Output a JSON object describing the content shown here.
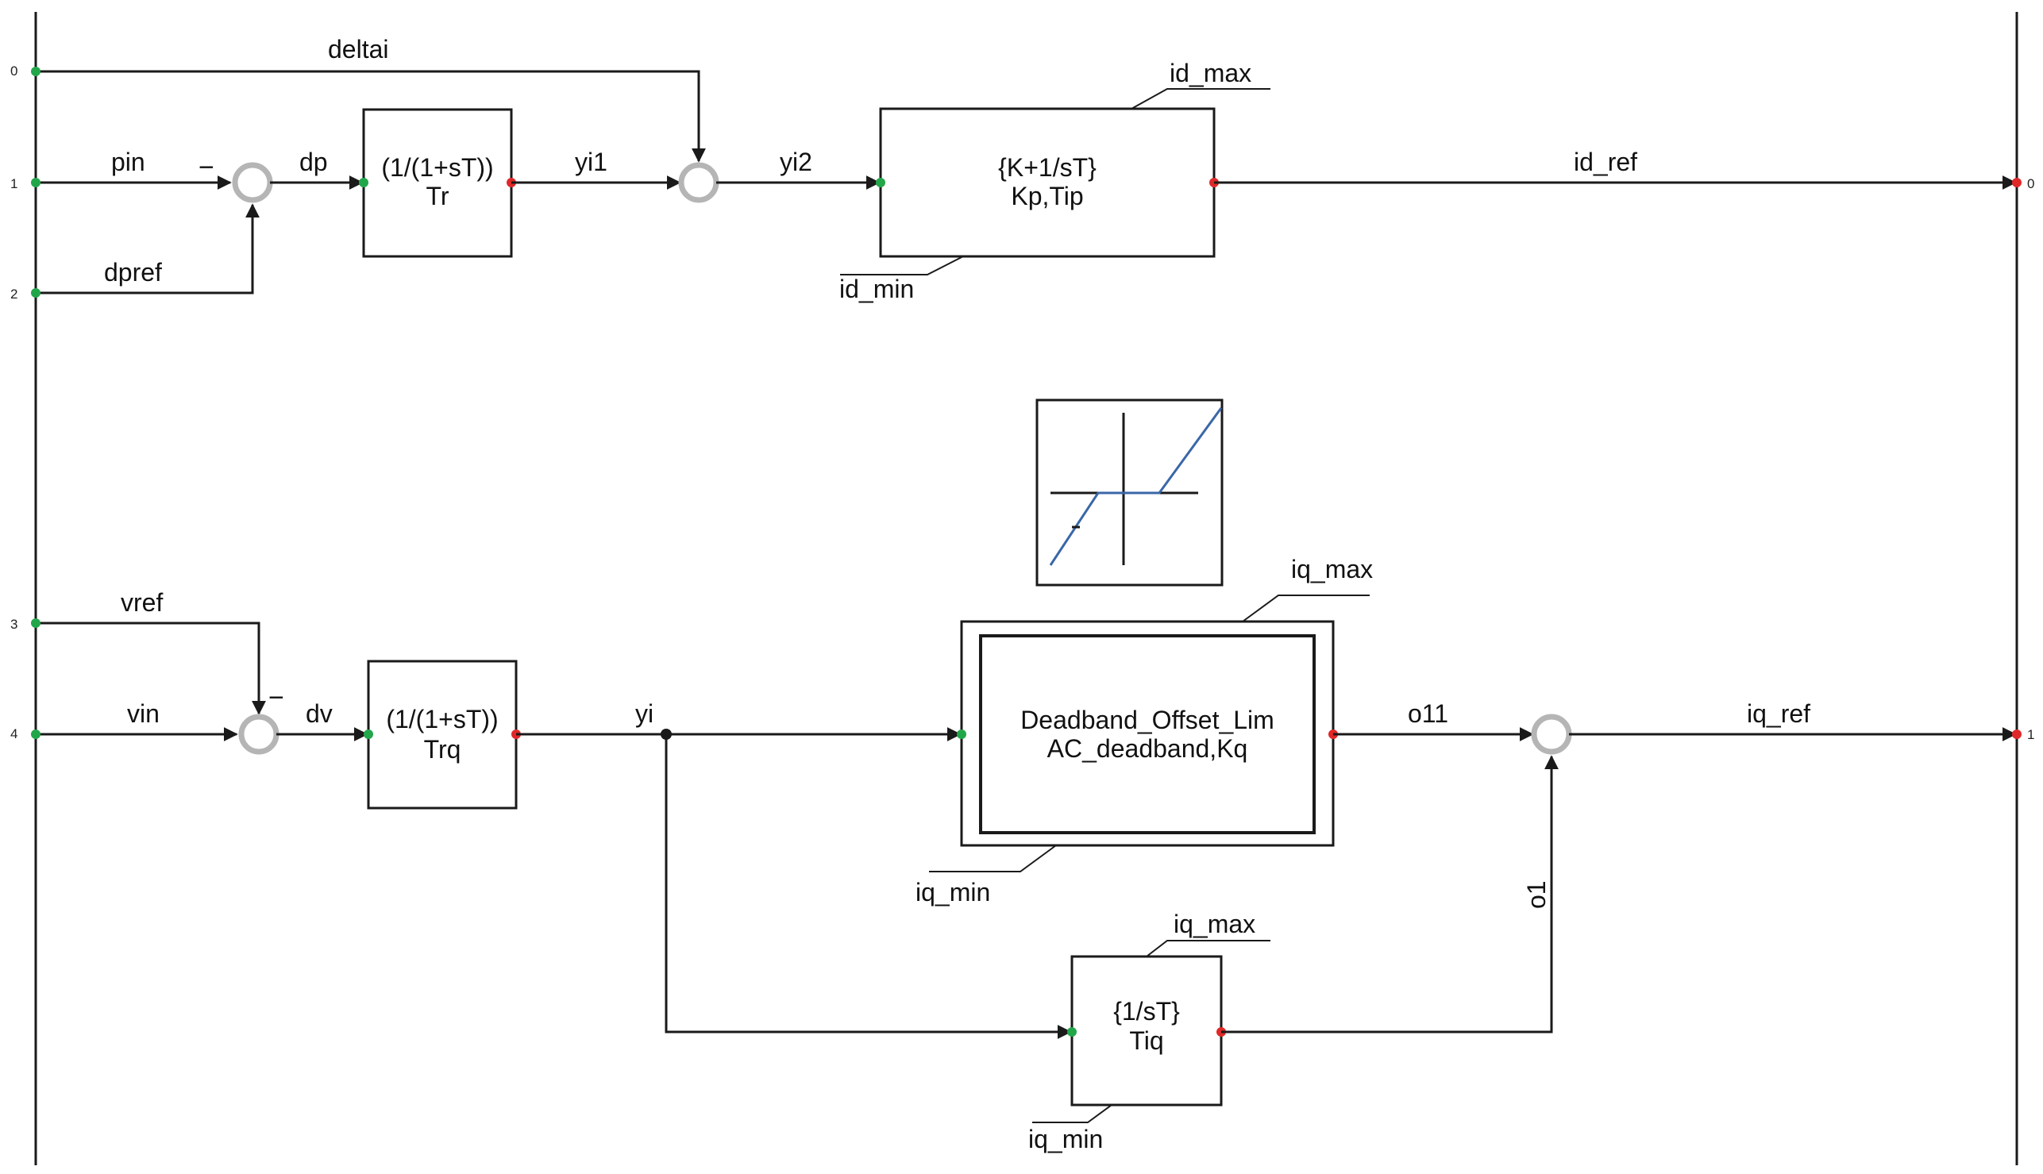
{
  "colors": {
    "wire": "#1a1a1a",
    "input_dot": "#22a64a",
    "output_dot": "#e02828",
    "junction_dot": "#1a1a1a",
    "summer_ring": "#b5b5b5",
    "curve_blue": "#3a67a8"
  },
  "ports_in": [
    "0",
    "1",
    "2",
    "3",
    "4"
  ],
  "ports_out": [
    "0",
    "1"
  ],
  "signals": {
    "deltai": "deltai",
    "pin": "pin",
    "dp": "dp",
    "dpref": "dpref",
    "yi1": "yi1",
    "yi2": "yi2",
    "id_ref": "id_ref",
    "vref": "vref",
    "vin": "vin",
    "dv": "dv",
    "yi": "yi",
    "o11": "o11",
    "iq_ref": "iq_ref",
    "o1": "o1"
  },
  "blocks": {
    "tr": {
      "line1": "(1/(1+sT))",
      "line2": "Tr"
    },
    "pi": {
      "line1": "{K+1/sT}",
      "line2": "Kp,Tip",
      "limit_max": "id_max",
      "limit_min": "id_min"
    },
    "trq": {
      "line1": "(1/(1+sT))",
      "line2": "Trq"
    },
    "deadband": {
      "line1": "Deadband_Offset_Lim",
      "line2": "AC_deadband,Kq",
      "limit_max": "iq_max",
      "limit_min": "iq_min"
    },
    "integrator": {
      "line1": "{1/sT}",
      "line2": "Tiq",
      "limit_max": "iq_max",
      "limit_min": "iq_min"
    }
  },
  "signs": {
    "summer_p_pin": "−",
    "summer_v_vref": "−"
  }
}
